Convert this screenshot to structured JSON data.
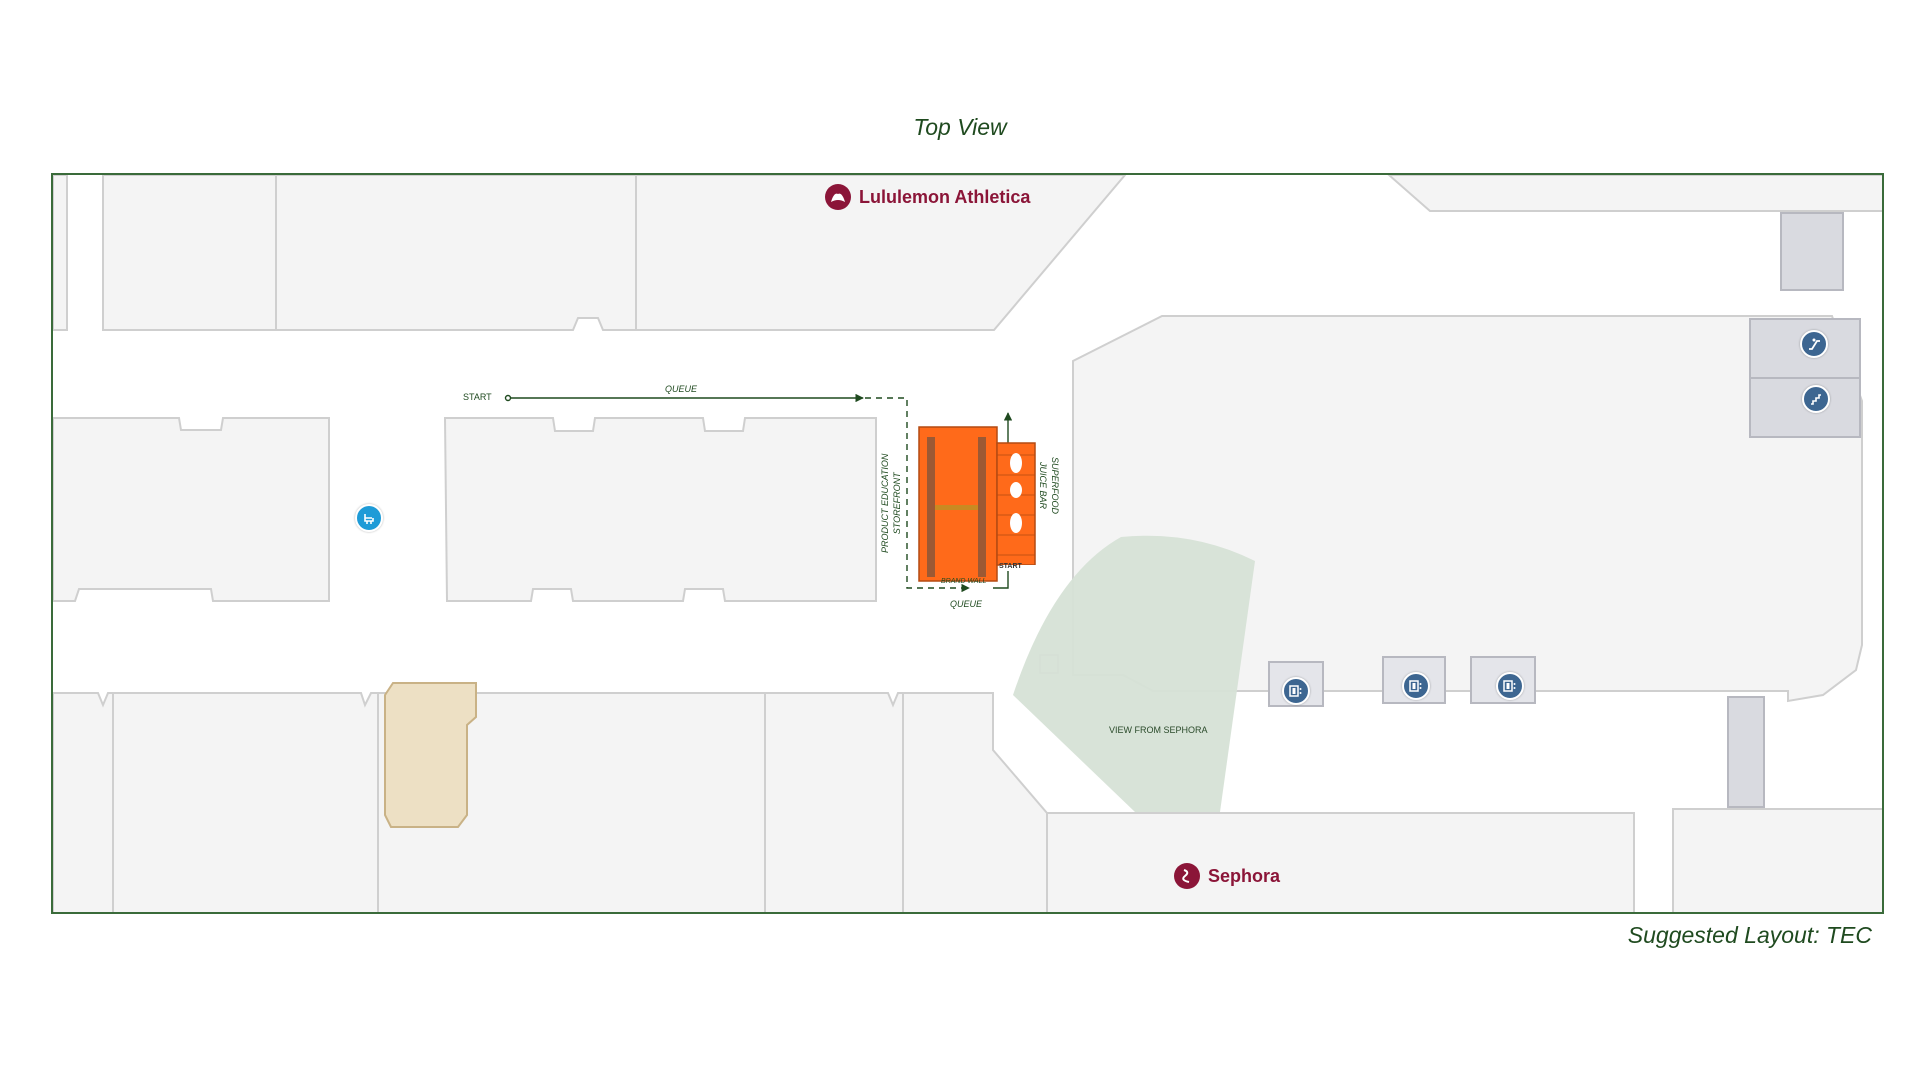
{
  "header": {
    "title": "Top View"
  },
  "footer": {
    "caption": "Suggested Layout: TEC"
  },
  "stores": {
    "top": {
      "name": "Lululemon Athletica",
      "icon": "lululemon-logo-icon"
    },
    "bottom": {
      "name": "Sephora",
      "icon": "sephora-logo-icon"
    }
  },
  "annotations": {
    "start": "START",
    "queue_top": "QUEUE",
    "queue_bottom": "QUEUE",
    "product_education_line1": "PRODUCT EDUCATION",
    "product_education_line2": "STOREFRONT",
    "superfood_line1": "SUPERFOOD",
    "superfood_line2": "JUICE BAR",
    "brand_wall": "BRAND WALL",
    "booth_start": "START",
    "view_from": "VIEW FROM SEPHORA"
  },
  "amenities": [
    {
      "icon": "family-seating-icon",
      "color": "#1e9bd7"
    },
    {
      "icon": "escalator-up-icon",
      "color": "#3d6691"
    },
    {
      "icon": "escalator-down-icon",
      "color": "#3d6691"
    },
    {
      "icon": "atm-icon",
      "color": "#3d6691"
    },
    {
      "icon": "atm-icon",
      "color": "#3d6691"
    },
    {
      "icon": "atm-icon",
      "color": "#3d6691"
    }
  ],
  "colors": {
    "frame": "#3a6b3a",
    "store_fill": "#f4f4f4",
    "booth": "#ff6a1a",
    "view_cone": "#d6e2d6",
    "brand": "#8b1538",
    "amenity": "#3d6691"
  }
}
